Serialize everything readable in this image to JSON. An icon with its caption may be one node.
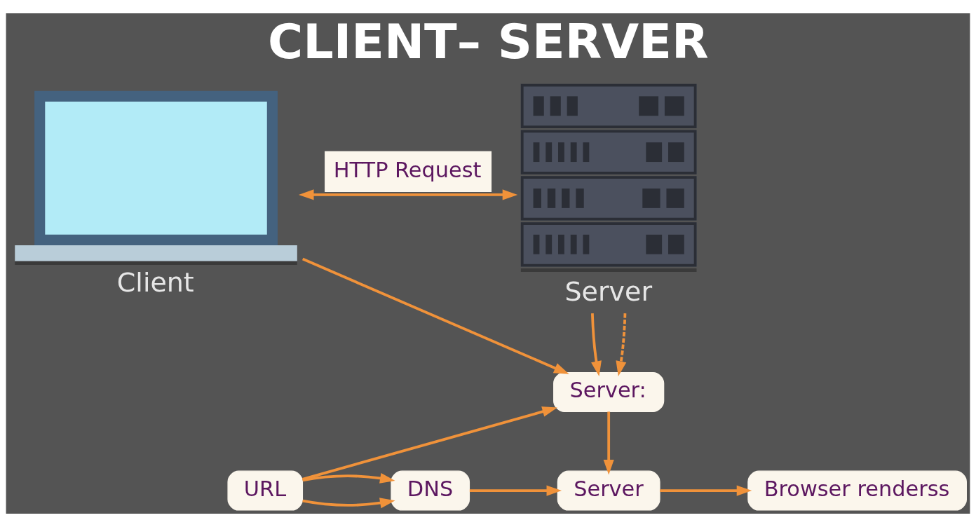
{
  "diagram": {
    "title": "CLIENT– SERVER",
    "nodes": [
      {
        "text": [],
        "shape": "picture",
        "beside": [
          "Client"
        ]
      },
      {
        "text": [],
        "shape": "picture",
        "beside": [
          "Server"
        ]
      },
      {
        "text": [
          "Server:"
        ]
      },
      {
        "text": [
          "URL"
        ]
      },
      {
        "text": [
          "DNS"
        ]
      },
      {
        "text": [
          "Server"
        ]
      },
      {
        "text": [
          "Browser renderss"
        ]
      }
    ],
    "edges": [
      {
        "from": 0,
        "to": 1,
        "arrow": "both",
        "label": "HTTP Request"
      },
      {
        "from": 0,
        "to": 2,
        "arrow": "to"
      },
      {
        "from": 1,
        "to": 2,
        "arrow": "to"
      },
      {
        "from": 1,
        "to": 2,
        "arrow": "to",
        "style": "dashed"
      },
      {
        "from": 3,
        "to": 2,
        "arrow": "to"
      },
      {
        "from": 3,
        "to": 4,
        "arrow": "to"
      },
      {
        "from": 3,
        "to": 4,
        "arrow": "to"
      },
      {
        "from": 4,
        "to": 5,
        "arrow": "to"
      },
      {
        "from": 2,
        "to": 5,
        "arrow": "to"
      },
      {
        "from": 5,
        "to": 6,
        "arrow": "to"
      }
    ]
  }
}
